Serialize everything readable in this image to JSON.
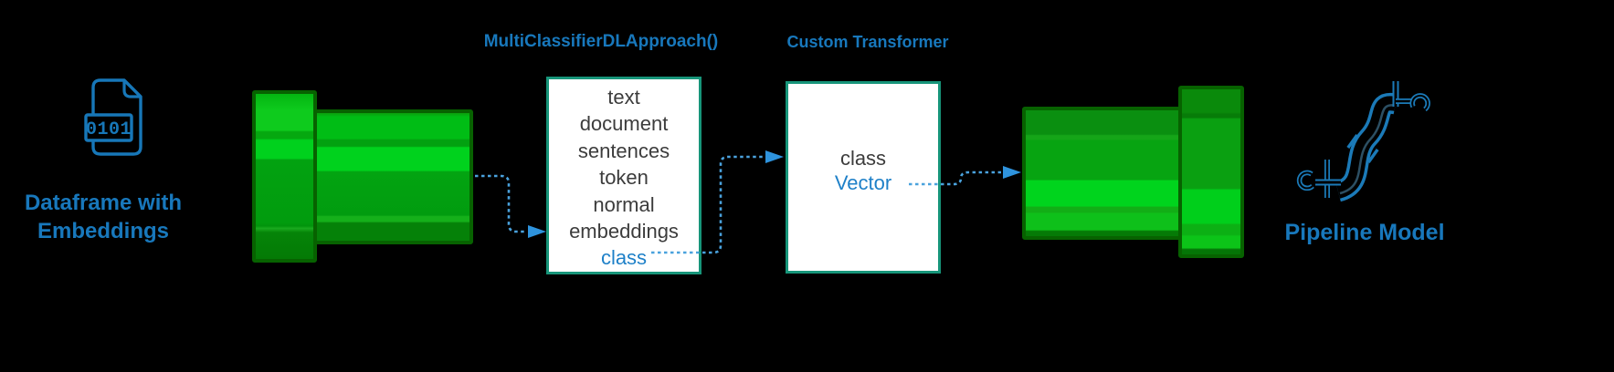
{
  "labels": {
    "dataframe_line1": "Dataframe with",
    "dataframe_line2": "Embeddings",
    "pipeline_model": "Pipeline Model"
  },
  "icons": {
    "binary_file": {
      "text": "0101"
    },
    "pipeline": {
      "name": "s-shaped-pipe"
    }
  },
  "boxes": {
    "approach": {
      "title": "MultiClassifierDLApproach()",
      "lines": [
        "text",
        "document",
        "sentences",
        "token",
        "normal",
        "embeddings"
      ],
      "output_line": "class"
    },
    "transformer": {
      "title": "Custom Transformer",
      "input_line": "class",
      "output_line": "Vector"
    }
  },
  "colors": {
    "background": "#000000",
    "accent_blue": "#1878bc",
    "link_blue": "#1e80c8",
    "box_border_teal": "#17957a",
    "dark_text": "#3c3c3c",
    "pipe_green_bright": "#00d21d",
    "pipe_green_mid": "#02a110",
    "pipe_green_dark": "#076200",
    "arrow_blue": "#2e93dd",
    "arrow_dash_blue": "#4aa2dd"
  }
}
